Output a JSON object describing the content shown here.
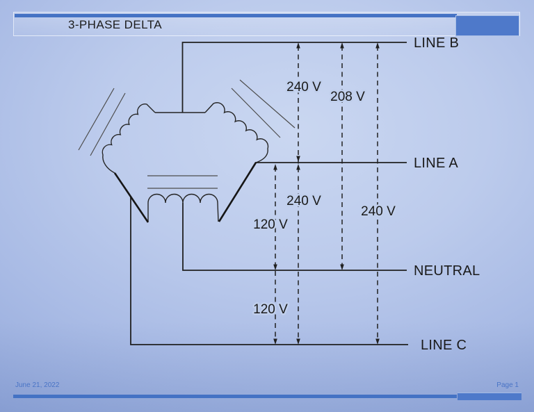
{
  "slide": {
    "title": "3-PHASE DELTA",
    "footer": {
      "date": "June 21, 2022",
      "page": "Page 1"
    }
  },
  "diagram": {
    "type": "electrical-schematic",
    "subject": "3-phase delta transformer secondary with center-tapped winding (4-wire)",
    "line_labels": {
      "b": "LINE B",
      "a": "LINE A",
      "neutral": "NEUTRAL",
      "c": "LINE C"
    },
    "voltage_labels": {
      "b_to_a": "240 V",
      "b_to_neutral": "208 V",
      "a_to_c": "240 V",
      "a_to_neutral": "120 V",
      "b_to_c": "240 V",
      "neutral_to_c": "120 V"
    },
    "colors": {
      "accent_bar": "#4472c4",
      "accent_block": "#4e79ca",
      "wire": "#202020",
      "footer_text": "#4a74c6"
    }
  }
}
